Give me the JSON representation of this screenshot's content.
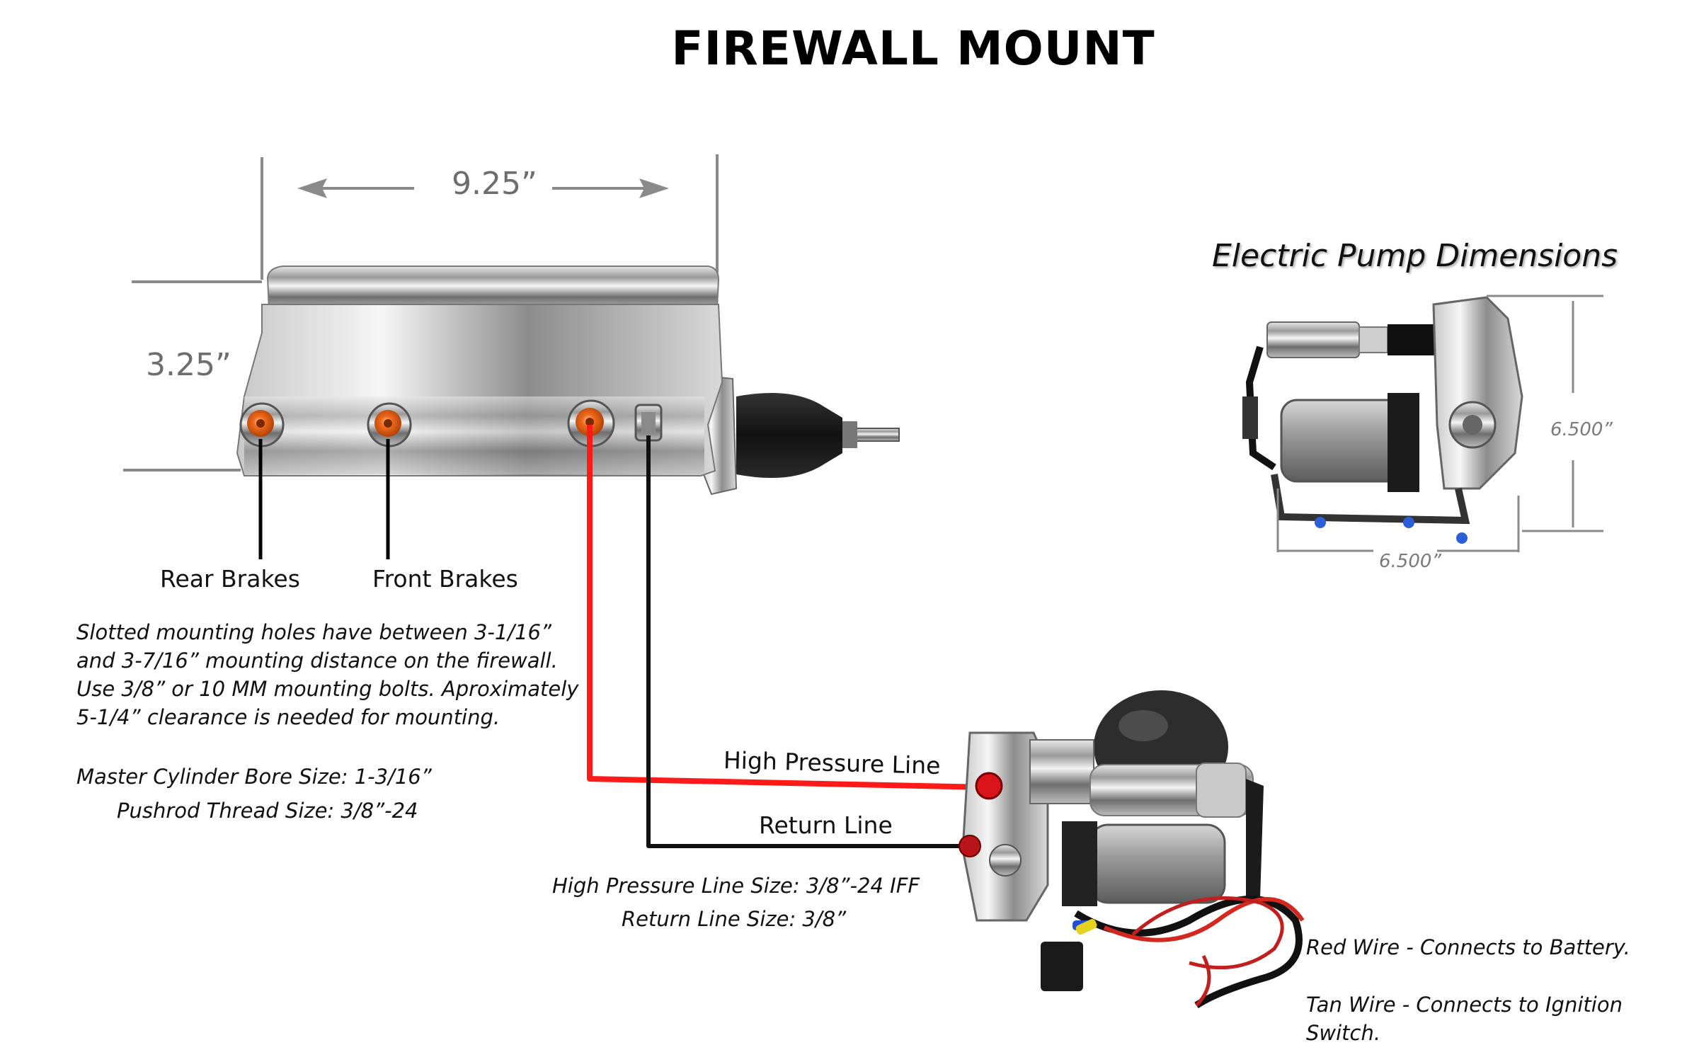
{
  "title": "FIREWALL MOUNT",
  "master_cylinder": {
    "width_dim": "9.25”",
    "height_dim": "3.25”",
    "port_labels": {
      "rear": "Rear Brakes",
      "front": "Front Brakes"
    }
  },
  "notes": {
    "mounting": [
      "Slotted mounting holes have between 3-1/16”",
      "and 3-7/16” mounting distance on the firewall.",
      "Use 3/8” or 10 MM mounting bolts. Aproximately",
      "5-1/4” clearance is needed for mounting."
    ],
    "bore_size": "Master Cylinder Bore Size: 1-3/16”",
    "pushrod_thread": "Pushrod Thread  Size: 3/8”-24"
  },
  "lines": {
    "high_pressure_label": "High Pressure Line",
    "return_label": "Return Line",
    "high_pressure_size": "High Pressure Line Size: 3/8”-24 IFF",
    "return_size": "Return Line Size: 3/8”"
  },
  "pump_dims": {
    "heading": "Electric Pump Dimensions",
    "height": "6.500”",
    "width": "6.500”"
  },
  "wiring": {
    "red_wire": "Red Wire - Connects to Battery.",
    "tan_wire_1": "Tan Wire - Connects to Ignition",
    "tan_wire_2": "Switch."
  },
  "colors": {
    "high_pressure_line": "#ff1a1a",
    "return_line": "#111111",
    "dimension_line": "#8a8a8a",
    "port_fitting": "#f26a1b"
  }
}
